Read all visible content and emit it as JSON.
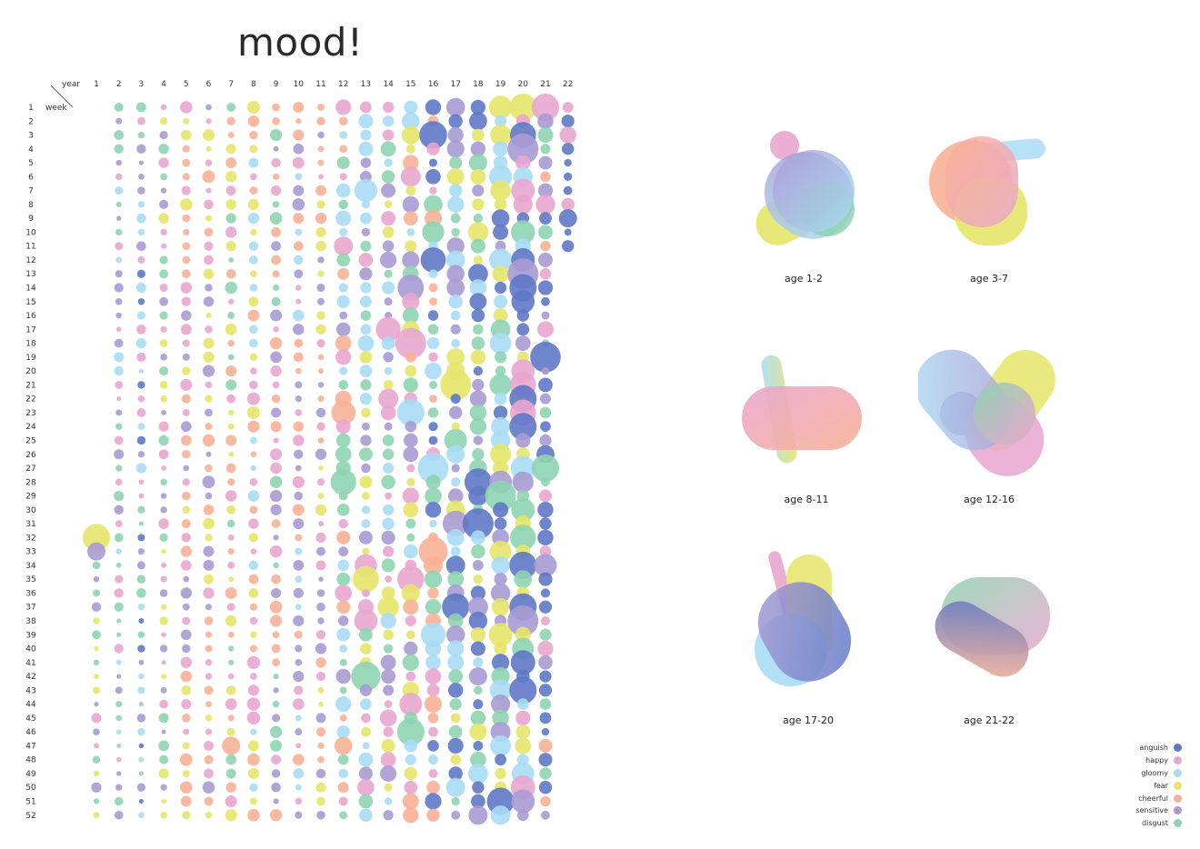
{
  "title": "mood!",
  "axis": {
    "x_label": "year",
    "y_label": "week"
  },
  "colors": {
    "anguish": "#5f78c6",
    "happy": "#e9a6cf",
    "gloomy": "#a9dcf4",
    "fear": "#e6e56a",
    "cheerful": "#f8b196",
    "sensitive": "#a99bd4",
    "disgust": "#8ed4b0"
  },
  "legend": [
    {
      "label": "anguish",
      "key": "anguish"
    },
    {
      "label": "happy",
      "key": "happy"
    },
    {
      "label": "gloomy",
      "key": "gloomy"
    },
    {
      "label": "fear",
      "key": "fear"
    },
    {
      "label": "cheerful",
      "key": "cheerful"
    },
    {
      "label": "sensitive",
      "key": "sensitive"
    },
    {
      "label": "disgust",
      "key": "disgust"
    }
  ],
  "age_groups": [
    {
      "label": "age 1-2",
      "colors": [
        "happy",
        "fear",
        "sensitive",
        "gloomy",
        "disgust"
      ]
    },
    {
      "label": "age 3-7",
      "colors": [
        "cheerful",
        "happy",
        "fear",
        "gloomy"
      ]
    },
    {
      "label": "age 8-11",
      "colors": [
        "gloomy",
        "fear",
        "happy",
        "cheerful"
      ]
    },
    {
      "label": "age 12-16",
      "colors": [
        "gloomy",
        "sensitive",
        "fear",
        "disgust",
        "happy",
        "cheerful"
      ]
    },
    {
      "label": "age 17-20",
      "colors": [
        "happy",
        "fear",
        "gloomy",
        "sensitive",
        "anguish"
      ]
    },
    {
      "label": "age 21-22",
      "colors": [
        "disgust",
        "happy",
        "anguish",
        "cheerful",
        "sensitive"
      ]
    }
  ],
  "chart_data": {
    "type": "scatter",
    "title": "mood!",
    "xlabel": "year",
    "ylabel": "week",
    "x_categories": [
      "1",
      "2",
      "3",
      "4",
      "5",
      "6",
      "7",
      "8",
      "9",
      "10",
      "11",
      "12",
      "13",
      "14",
      "15",
      "16",
      "17",
      "18",
      "19",
      "20",
      "21",
      "22"
    ],
    "y_categories": [
      "1",
      "2",
      "3",
      "4",
      "5",
      "6",
      "7",
      "8",
      "9",
      "10",
      "11",
      "12",
      "13",
      "14",
      "15",
      "16",
      "17",
      "18",
      "19",
      "20",
      "21",
      "22",
      "23",
      "24",
      "25",
      "26",
      "27",
      "28",
      "29",
      "30",
      "31",
      "32",
      "33",
      "34",
      "35",
      "36",
      "37",
      "38",
      "39",
      "40",
      "41",
      "42",
      "43",
      "44",
      "45",
      "46",
      "47",
      "48",
      "49",
      "50",
      "51",
      "52"
    ],
    "series_names": [
      "anguish",
      "happy",
      "gloomy",
      "fear",
      "cheerful",
      "sensitive",
      "disgust"
    ],
    "encoding": "each dot = one week of one year; color = mood, size = intensity",
    "notable_points": [
      {
        "year": 1,
        "week": 32,
        "mood": "fear",
        "size": "large"
      },
      {
        "year": 1,
        "week": 33,
        "mood": "sensitive",
        "size": "medium"
      },
      {
        "year": 20,
        "week": 1,
        "mood": "fear",
        "size": "large"
      },
      {
        "year": 21,
        "week": 1,
        "mood": "happy",
        "size": "large"
      },
      {
        "year": 22,
        "week": 9,
        "mood": "anguish",
        "size": "medium"
      },
      {
        "year": 20,
        "week": 14,
        "mood": "anguish",
        "size": "large"
      },
      {
        "year": 20,
        "week": 22,
        "mood": "anguish",
        "size": "large"
      },
      {
        "year": 20,
        "week": 24,
        "mood": "anguish",
        "size": "large"
      },
      {
        "year": 15,
        "week": 23,
        "mood": "gloomy",
        "size": "large"
      },
      {
        "year": 18,
        "week": 28,
        "mood": "anguish",
        "size": "large"
      },
      {
        "year": 19,
        "week": 51,
        "mood": "anguish",
        "size": "large"
      },
      {
        "year": 20,
        "week": 34,
        "mood": "anguish",
        "size": "large"
      },
      {
        "year": 20,
        "week": 37,
        "mood": "anguish",
        "size": "large"
      },
      {
        "year": 20,
        "week": 43,
        "mood": "anguish",
        "size": "large"
      },
      {
        "year": 21,
        "week": 27,
        "mood": "disgust",
        "size": "large"
      },
      {
        "year": 7,
        "week": 47,
        "mood": "cheerful",
        "size": "medium"
      }
    ]
  }
}
